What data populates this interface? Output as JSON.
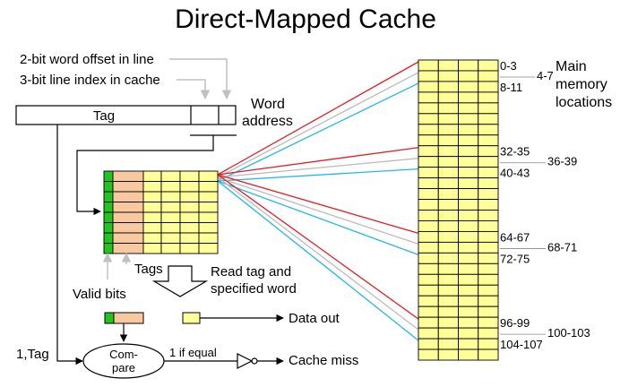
{
  "title": "Direct-Mapped Cache",
  "labels": {
    "word_offset": "2-bit word offset in line",
    "line_index": "3-bit line index in cache",
    "word_address": [
      "Word",
      "address"
    ],
    "tag_field": "Tag",
    "tags": "Tags",
    "valid_bits": "Valid bits",
    "read_tag": [
      "Read tag and",
      "specified word"
    ],
    "data_out": "Data out",
    "one_tag": "1,Tag",
    "compare": [
      "Com-",
      "pare"
    ],
    "one_if_equal": "1 if equal",
    "cache_miss": "Cache miss",
    "main_memory": [
      "Main",
      "memory",
      "locations"
    ]
  },
  "memory_labels": [
    {
      "left": "0-3",
      "right": "4-7",
      "second": "8-11"
    },
    {
      "left": "32-35",
      "right": "36-39",
      "second": "40-43"
    },
    {
      "left": "64-67",
      "right": "68-71",
      "second": "72-75"
    },
    {
      "left": "96-99",
      "right": "100-103",
      "second": "104-107"
    }
  ],
  "colors": {
    "valid_bit": "#22c51f",
    "tag_cell": "#f8c8a0",
    "data_cell": "#ffff99",
    "memory_cell": "#ffff99",
    "line_red": "#e51c23",
    "line_gray": "#bbbbbb",
    "line_cyan": "#22b8e6",
    "arrow_gray": "#c0c0c0"
  }
}
